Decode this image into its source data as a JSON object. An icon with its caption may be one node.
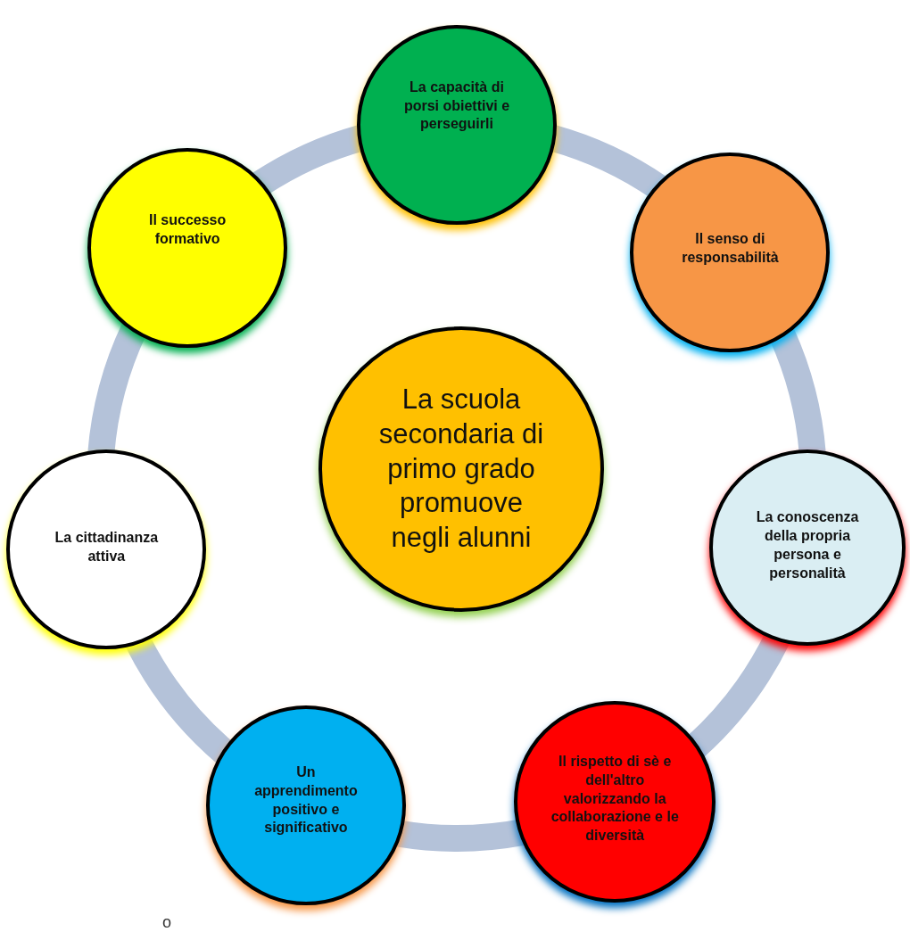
{
  "diagram": {
    "nodes": [
      {
        "text": [
          "La scuola secondaria di primo grado promuove negli alunni"
        ]
      },
      {
        "text": [
          "La capacità di porsi obiettivi e perseguirli"
        ]
      },
      {
        "text": [
          "Il senso di responsabilità"
        ]
      },
      {
        "text": [
          "La conoscenza della propria persona e personalità"
        ]
      },
      {
        "text": [
          "Il rispetto di sè e dell'altro valorizzando la collaborazione e le diversità"
        ]
      },
      {
        "text": [
          "Un apprendimento positivo e significativo"
        ]
      },
      {
        "text": [
          "La cittadinanza attiva"
        ]
      },
      {
        "text": [
          "Il successo formativo"
        ]
      }
    ],
    "edges": [
      {
        "from": 1,
        "to": 2,
        "arrow": "none"
      },
      {
        "from": 2,
        "to": 3,
        "arrow": "none"
      },
      {
        "from": 3,
        "to": 4,
        "arrow": "none"
      },
      {
        "from": 4,
        "to": 5,
        "arrow": "none"
      },
      {
        "from": 5,
        "to": 6,
        "arrow": "none"
      },
      {
        "from": 6,
        "to": 7,
        "arrow": "none"
      },
      {
        "from": 7,
        "to": 1,
        "arrow": "none"
      }
    ],
    "labels": [
      "o"
    ]
  }
}
